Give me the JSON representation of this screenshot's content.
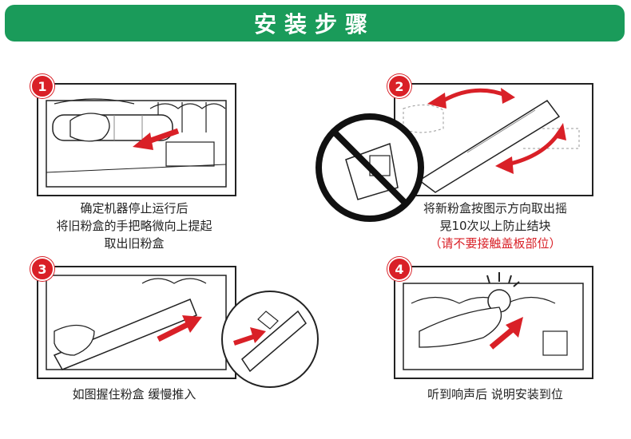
{
  "header": {
    "title": "安装步骤"
  },
  "steps": [
    {
      "number": "1",
      "lines": [
        "确定机器停止运行后",
        "将旧粉盒的手把略微向上提起",
        "取出旧粉盒"
      ]
    },
    {
      "number": "2",
      "lines": [
        "将新粉盒按图示方向取出摇",
        "晃10次以上防止结块"
      ],
      "note": "（请不要接触盖板部位）"
    },
    {
      "number": "3",
      "lines": [
        "如图握住粉盒 缓慢推入"
      ]
    },
    {
      "number": "4",
      "lines": [
        "听到响声后 说明安装到位"
      ]
    }
  ],
  "colors": {
    "banner": "#1a9b5a",
    "accent": "#d92027"
  }
}
